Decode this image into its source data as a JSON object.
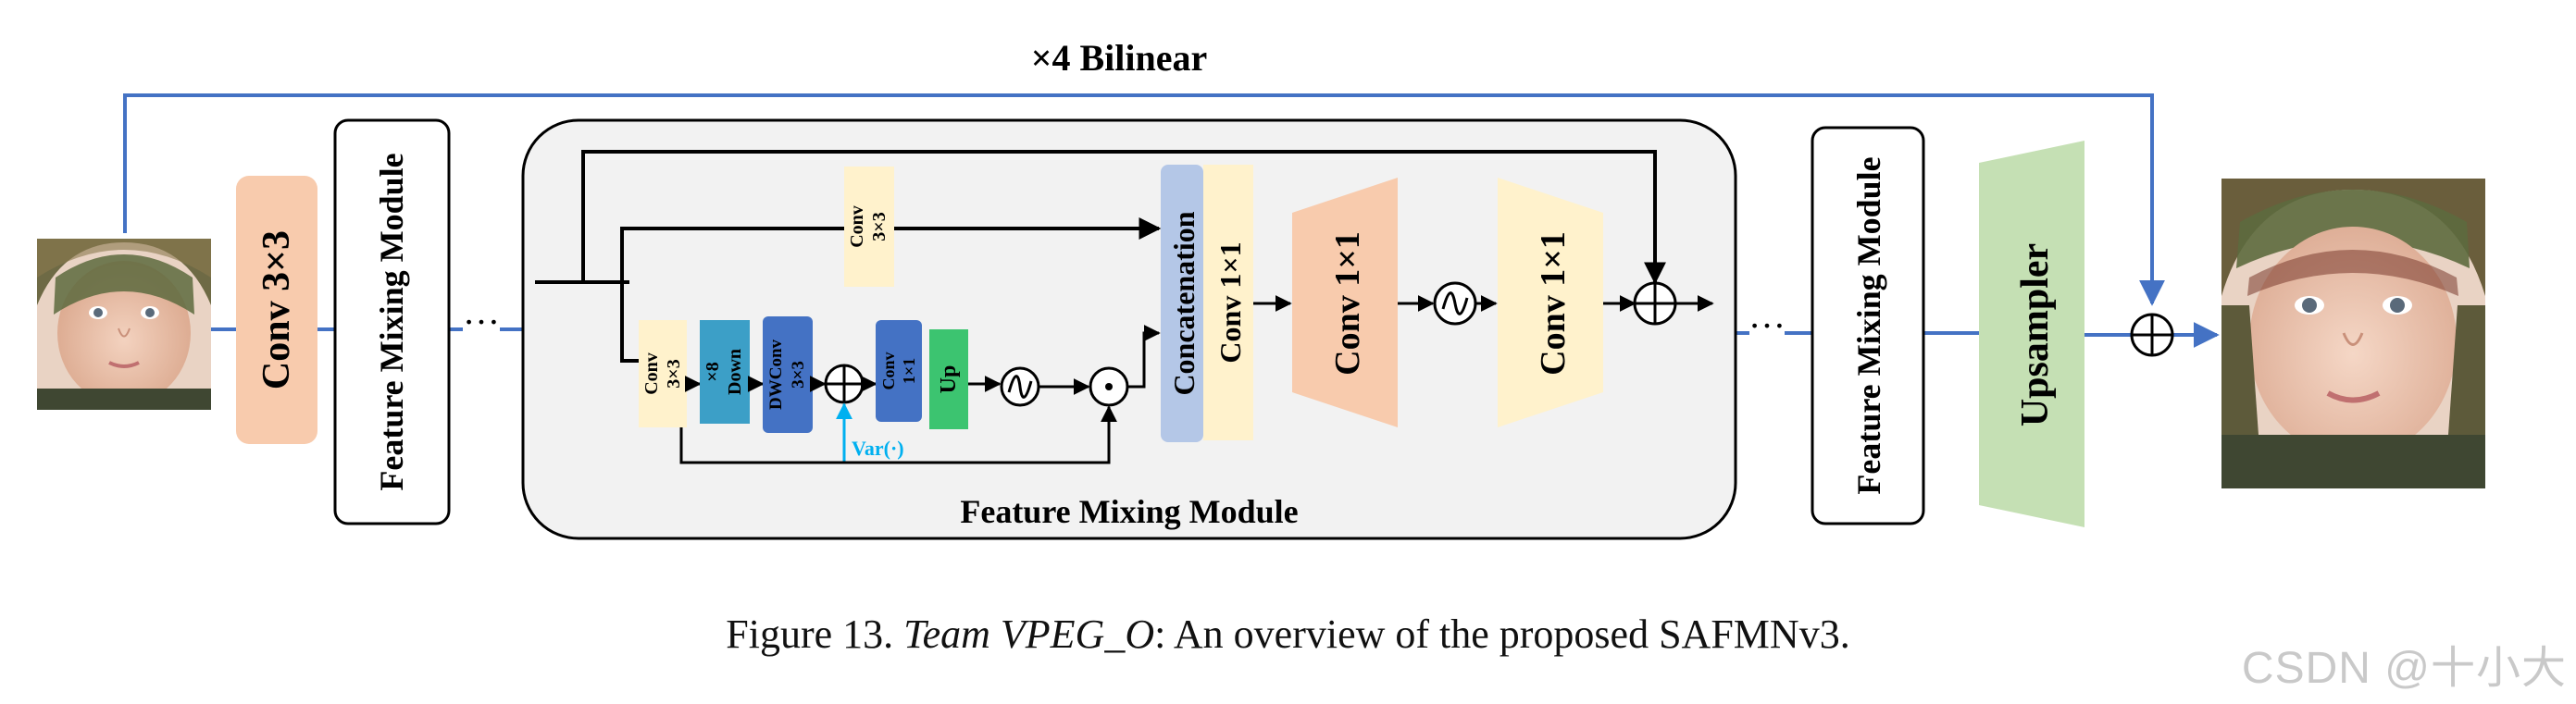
{
  "top_label": "×4 Bilinear",
  "blocks": {
    "conv_in": "Conv 3×3",
    "fmm_left": "Feature Mixing Module",
    "fmm_right": "Feature Mixing Module",
    "upsampler": "Upsampler",
    "ellipsis": "…"
  },
  "inner": {
    "title": "Feature Mixing Module",
    "conv_top": [
      "Conv",
      "3×3"
    ],
    "conv_left": [
      "Conv",
      "3×3"
    ],
    "down": [
      "×8",
      "Down"
    ],
    "dwconv": [
      "DWConv",
      "3×3"
    ],
    "conv_small": [
      "Conv",
      "1×1"
    ],
    "up": "Up",
    "var": "Var(·)",
    "concat": "Concatenation",
    "conv1x1_a": "Conv 1×1",
    "conv1x1_b": "Conv 1×1",
    "conv1x1_c": "Conv 1×1"
  },
  "caption": {
    "prefix": "Figure 13. ",
    "team": "Team VPEG_O",
    "suffix": ": An overview of the proposed SAFMNv3."
  },
  "watermark": "CSDN @十小大",
  "colors": {
    "line_blue": "#4472c4",
    "conv_orange": "#f8cbad",
    "conv_yellow": "#fff2cc",
    "teal": "#3c9fc7",
    "blue_dark": "#4472c4",
    "green": "#3cc470",
    "concat_blue": "#b4c7e7",
    "upsampler_green": "#c5e0b4",
    "var_blue": "#00b0f0"
  }
}
